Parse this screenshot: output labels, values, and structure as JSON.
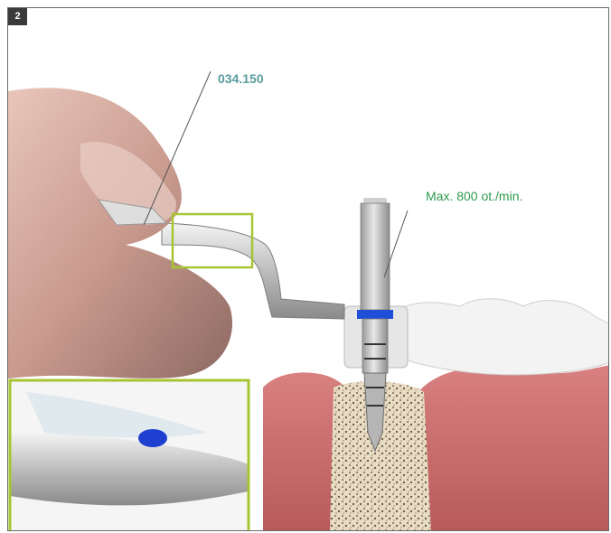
{
  "figure": {
    "step_number": "2",
    "part_number_label": "034.150",
    "speed_label": "Max. 800 ot./min.",
    "colors": {
      "frame_border": "#6b6b6b",
      "part_label": "#5a9ca0",
      "speed_label": "#2e9a4e",
      "highlight_box": "#a6c531",
      "depth_stop_band": "#1f4fd6",
      "gingiva": "#cc6a6a"
    }
  }
}
